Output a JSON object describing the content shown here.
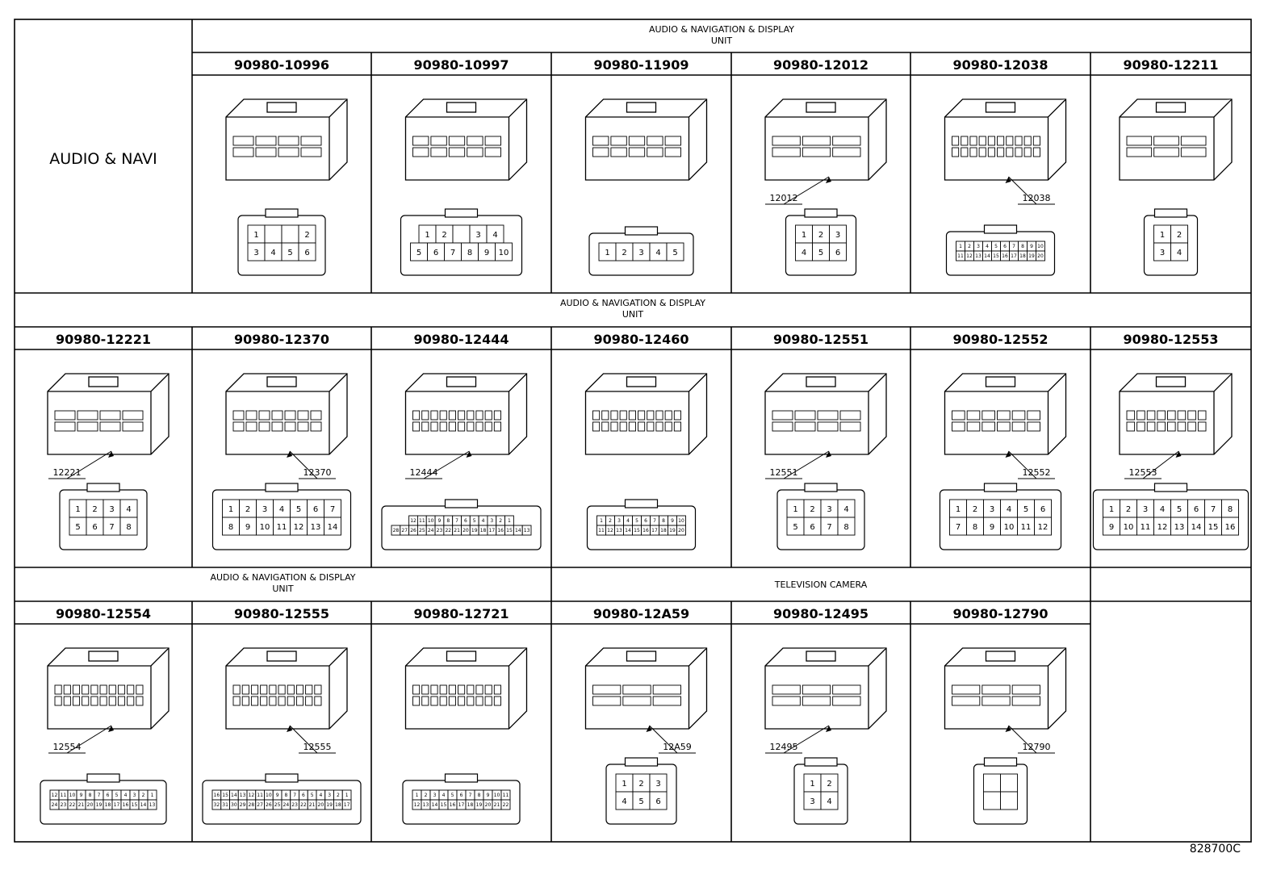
{
  "row_label": "AUDIO & NAVI",
  "group_labels": {
    "row1": [
      "AUDIO & NAVIGATION & DISPLAY",
      "UNIT"
    ],
    "row2": [
      "AUDIO & NAVIGATION & DISPLAY",
      "UNIT"
    ],
    "row3a": [
      "AUDIO & NAVIGATION & DISPLAY",
      "UNIT"
    ],
    "row3b": [
      "TELEVISION CAMERA"
    ]
  },
  "drawing_code": "828700C",
  "parts": [
    {
      "part": "90980-10996",
      "callout": "",
      "face": {
        "rows": [
          [
            "1",
            "",
            "",
            "2"
          ],
          [
            "3",
            "4",
            "5",
            "6"
          ]
        ]
      }
    },
    {
      "part": "90980-10997",
      "callout": "",
      "face": {
        "rows": [
          [
            "1",
            "2",
            "",
            "3",
            "4"
          ],
          [
            "5",
            "6",
            "7",
            "8",
            "9",
            "10"
          ]
        ]
      }
    },
    {
      "part": "90980-11909",
      "callout": "",
      "face": {
        "rows": [
          [
            "1",
            "2",
            "3",
            "4",
            "5"
          ]
        ]
      }
    },
    {
      "part": "90980-12012",
      "callout": "12012",
      "face": {
        "rows": [
          [
            "1",
            "2",
            "3"
          ],
          [
            "4",
            "5",
            "6"
          ]
        ]
      }
    },
    {
      "part": "90980-12038",
      "callout": "12038",
      "face": {
        "rows": [
          [
            "1",
            "2",
            "3",
            "4",
            "5",
            "6",
            "7",
            "8",
            "9",
            "10"
          ],
          [
            "11",
            "12",
            "13",
            "14",
            "15",
            "16",
            "17",
            "18",
            "19",
            "20"
          ]
        ]
      }
    },
    {
      "part": "90980-12211",
      "callout": "",
      "face": {
        "rows": [
          [
            "1",
            "2"
          ],
          [
            "3",
            "4"
          ]
        ]
      }
    },
    {
      "part": "90980-12221",
      "callout": "12221",
      "face": {
        "rows": [
          [
            "1",
            "2",
            "3",
            "4"
          ],
          [
            "5",
            "6",
            "7",
            "8"
          ]
        ]
      }
    },
    {
      "part": "90980-12370",
      "callout": "12370",
      "face": {
        "rows": [
          [
            "1",
            "2",
            "3",
            "4",
            "5",
            "6",
            "7"
          ],
          [
            "8",
            "9",
            "10",
            "11",
            "12",
            "13",
            "14"
          ]
        ]
      }
    },
    {
      "part": "90980-12444",
      "callout": "12444",
      "face": {
        "rows": [
          [
            "12",
            "11",
            "10",
            "9",
            "8",
            "7",
            "6",
            "5",
            "4",
            "3",
            "2",
            "1"
          ],
          [
            "28",
            "27",
            "26",
            "25",
            "24",
            "23",
            "22",
            "21",
            "20",
            "19",
            "18",
            "17",
            "16",
            "15",
            "14",
            "13"
          ]
        ]
      }
    },
    {
      "part": "90980-12460",
      "callout": "",
      "face": {
        "rows": [
          [
            "1",
            "2",
            "3",
            "4",
            "5",
            "6",
            "7",
            "8",
            "9",
            "10"
          ],
          [
            "11",
            "12",
            "13",
            "14",
            "15",
            "16",
            "17",
            "18",
            "19",
            "20"
          ]
        ]
      }
    },
    {
      "part": "90980-12551",
      "callout": "12551",
      "face": {
        "rows": [
          [
            "1",
            "2",
            "3",
            "4"
          ],
          [
            "5",
            "6",
            "7",
            "8"
          ]
        ]
      }
    },
    {
      "part": "90980-12552",
      "callout": "12552",
      "face": {
        "rows": [
          [
            "1",
            "2",
            "3",
            "4",
            "5",
            "6"
          ],
          [
            "7",
            "8",
            "9",
            "10",
            "11",
            "12"
          ]
        ]
      }
    },
    {
      "part": "90980-12553",
      "callout": "12553",
      "face": {
        "rows": [
          [
            "1",
            "2",
            "3",
            "4",
            "5",
            "6",
            "7",
            "8"
          ],
          [
            "9",
            "10",
            "11",
            "12",
            "13",
            "14",
            "15",
            "16"
          ]
        ]
      }
    },
    {
      "part": "90980-12554",
      "callout": "12554",
      "face": {
        "rows": [
          [
            "12",
            "11",
            "10",
            "9",
            "8",
            "7",
            "6",
            "5",
            "4",
            "3",
            "2",
            "1"
          ],
          [
            "24",
            "23",
            "22",
            "21",
            "20",
            "19",
            "18",
            "17",
            "16",
            "15",
            "14",
            "13"
          ]
        ]
      }
    },
    {
      "part": "90980-12555",
      "callout": "12555",
      "face": {
        "rows": [
          [
            "16",
            "15",
            "14",
            "13",
            "12",
            "11",
            "10",
            "9",
            "8",
            "7",
            "6",
            "5",
            "4",
            "3",
            "2",
            "1"
          ],
          [
            "32",
            "31",
            "30",
            "29",
            "28",
            "27",
            "26",
            "25",
            "24",
            "23",
            "22",
            "21",
            "20",
            "19",
            "18",
            "17"
          ]
        ]
      }
    },
    {
      "part": "90980-12721",
      "callout": "",
      "face": {
        "rows": [
          [
            "1",
            "2",
            "3",
            "4",
            "5",
            "6",
            "7",
            "8",
            "9",
            "10",
            "11"
          ],
          [
            "12",
            "13",
            "14",
            "15",
            "16",
            "17",
            "18",
            "19",
            "20",
            "21",
            "22"
          ]
        ]
      }
    },
    {
      "part": "90980-12A59",
      "callout": "12A59",
      "face": {
        "rows": [
          [
            "1",
            "2",
            "3"
          ],
          [
            "4",
            "5",
            "6"
          ]
        ]
      }
    },
    {
      "part": "90980-12495",
      "callout": "12495",
      "face": {
        "rows": [
          [
            "1",
            "2"
          ],
          [
            "3",
            "4"
          ]
        ]
      }
    },
    {
      "part": "90980-12790",
      "callout": "12790",
      "face": {
        "rows": [
          [
            "",
            ""
          ],
          [
            "",
            ""
          ]
        ]
      }
    }
  ]
}
